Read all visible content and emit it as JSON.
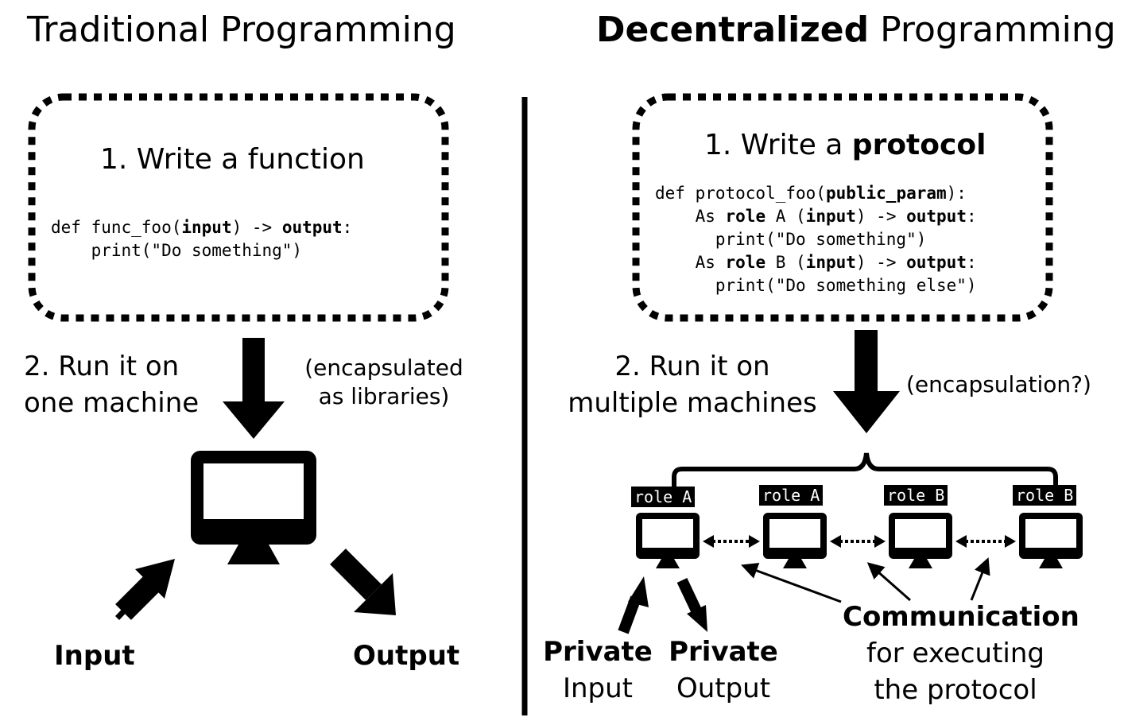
{
  "left": {
    "title": "Traditional Programming",
    "box_title": "1. Write a function",
    "code": {
      "line1_kw": "def func_foo(",
      "line1_arg": "input",
      "line1_mid": ") -> ",
      "line1_ret": "output",
      "line1_end": ":",
      "line2": "    print(\"Do something\")"
    },
    "step2_line1": "2. Run it on",
    "step2_line2": "one machine",
    "note_line1": "(encapsulated",
    "note_line2": "as libraries)",
    "input_label": "Input",
    "output_label": "Output"
  },
  "right": {
    "title_bold": "Decentralized",
    "title_rest": " Programming",
    "box_title_pre": "1. Write a ",
    "box_title_bold": "protocol",
    "code": {
      "l1a": "def protocol_foo(",
      "l1b": "public_param",
      "l1c": "):",
      "l2a": "    As ",
      "l2b": "role",
      "l2c": " A (",
      "l2d": "input",
      "l2e": ") -> ",
      "l2f": "output",
      "l2g": ":",
      "l3": "      print(\"Do something\")",
      "l4a": "    As ",
      "l4b": "role",
      "l4c": " B (",
      "l4d": "input",
      "l4e": ") -> ",
      "l4f": "output",
      "l4g": ":",
      "l5": "      print(\"Do something else\")"
    },
    "step2_line1": "2. Run it on",
    "step2_line2": "multiple machines",
    "note": "(encapsulation?)",
    "roles": [
      "role A",
      "role A",
      "role B",
      "role B"
    ],
    "private_input_bold": "Private",
    "private_input_rest": "Input",
    "private_output_bold": "Private",
    "private_output_rest": "Output",
    "comm_bold": "Communication",
    "comm_line2": "for executing",
    "comm_line3": "the protocol"
  },
  "icons": [
    "computer-icon",
    "arrow-icon"
  ]
}
